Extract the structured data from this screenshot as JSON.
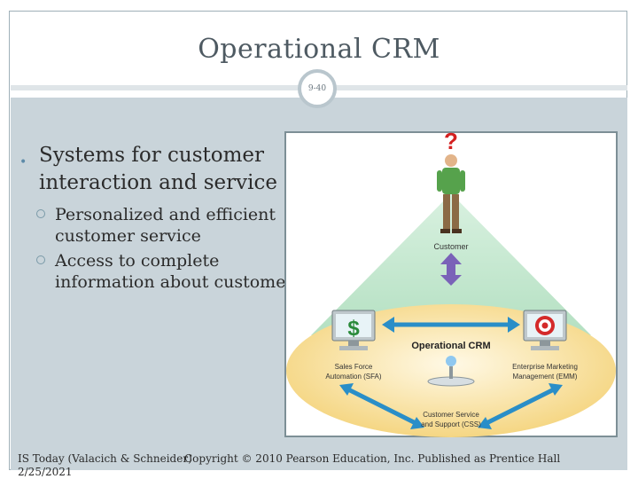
{
  "slide": {
    "title": "Operational CRM",
    "page_badge": "9-40"
  },
  "bullets": {
    "level1": "Systems for customer interaction and service",
    "level2": [
      "Personalized and efficient customer service",
      "Access to complete information about customer"
    ]
  },
  "figure": {
    "question_mark": "?",
    "customer_label": "Customer",
    "center_label": "Operational CRM",
    "sfa_line1": "Sales Force",
    "sfa_line2": "Automation (SFA)",
    "emm_line1": "Enterprise Marketing",
    "emm_line2": "Management (EMM)",
    "css_line1": "Customer Service",
    "css_line2": "and Support (CSS)",
    "dollar": "$"
  },
  "footer": {
    "source_line1": "IS Today (Valacich & Schneider)",
    "source_line2": "2/25/2021",
    "copyright": "Copyright © 2010 Pearson Education, Inc. Published as Prentice Hall"
  }
}
